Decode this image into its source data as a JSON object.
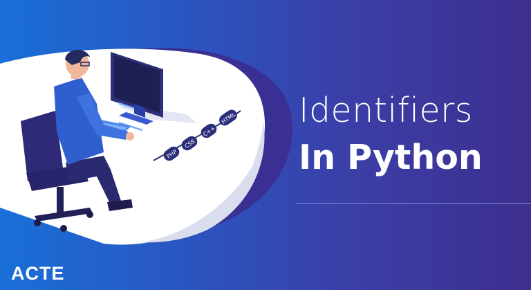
{
  "banner": {
    "title_line_1": "Identifiers",
    "title_line_2": "In Python",
    "logo": "ACTE"
  },
  "illustration": {
    "tags": [
      "HTML",
      "C++",
      "CSS",
      "PHP"
    ]
  }
}
